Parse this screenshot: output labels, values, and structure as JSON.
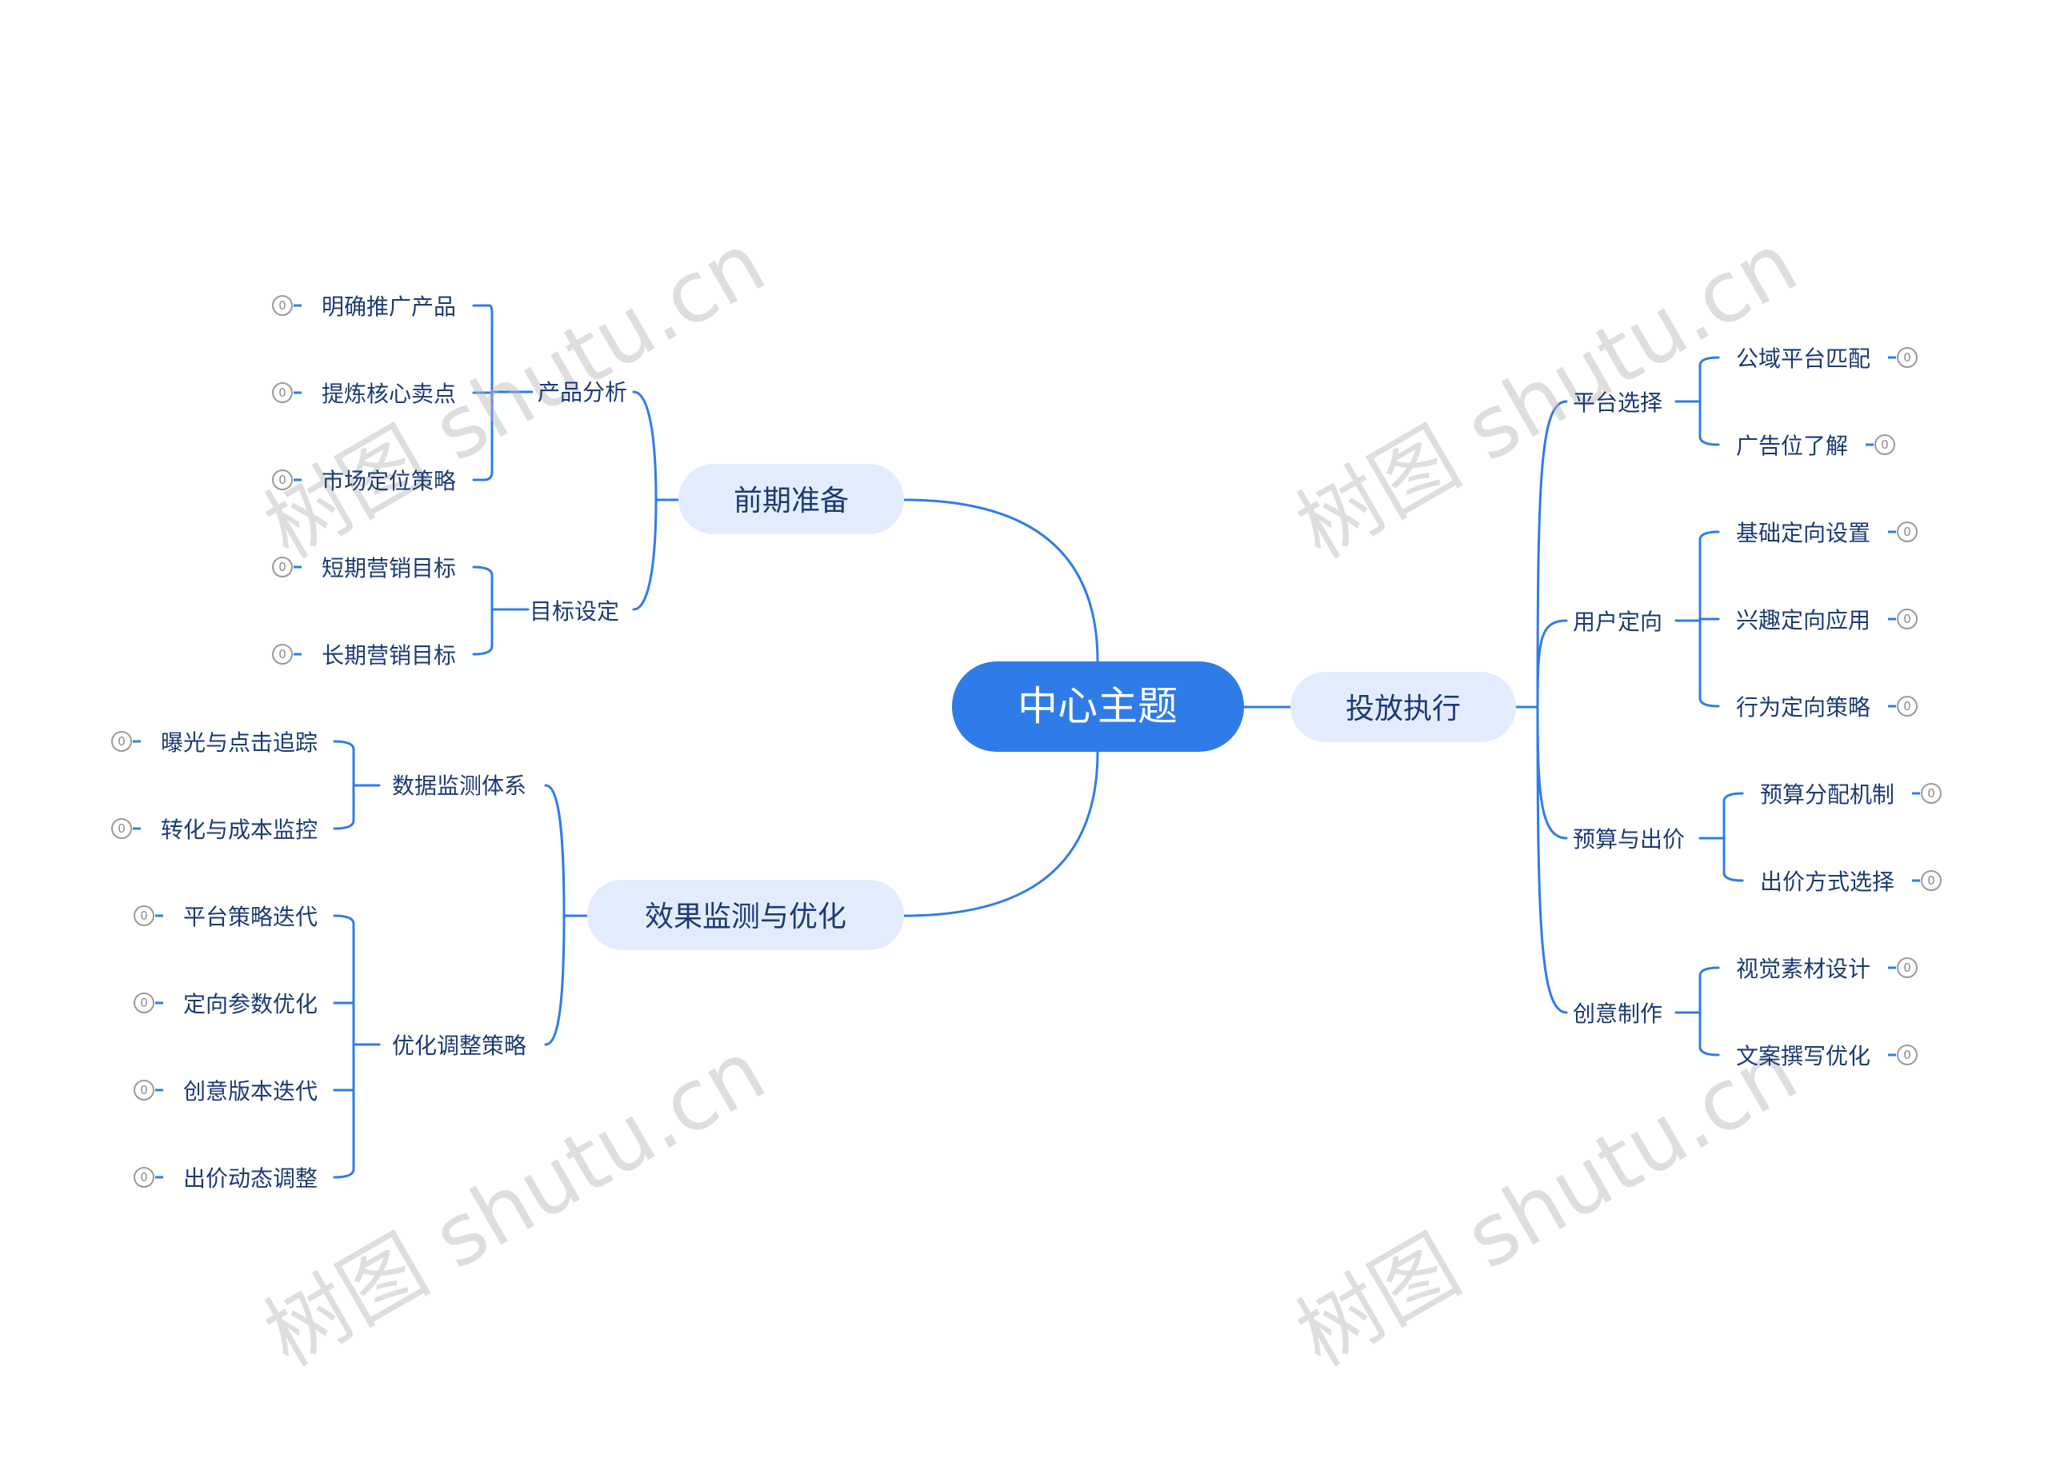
{
  "center": {
    "label": "中心主题"
  },
  "branches": [
    {
      "label": "前期准备",
      "side": "left",
      "children": [
        {
          "label": "产品分析",
          "children": [
            {
              "label": "明确推广产品",
              "badge": "0"
            },
            {
              "label": "提炼核心卖点",
              "badge": "0"
            },
            {
              "label": "市场定位策略",
              "badge": "0"
            }
          ]
        },
        {
          "label": "目标设定",
          "children": [
            {
              "label": "短期营销目标",
              "badge": "0"
            },
            {
              "label": "长期营销目标",
              "badge": "0"
            }
          ]
        }
      ]
    },
    {
      "label": "效果监测与优化",
      "side": "left",
      "children": [
        {
          "label": "数据监测体系",
          "children": [
            {
              "label": "曝光与点击追踪",
              "badge": "0"
            },
            {
              "label": "转化与成本监控",
              "badge": "0"
            }
          ]
        },
        {
          "label": "优化调整策略",
          "children": [
            {
              "label": "平台策略迭代",
              "badge": "0"
            },
            {
              "label": "定向参数优化",
              "badge": "0"
            },
            {
              "label": "创意版本迭代",
              "badge": "0"
            },
            {
              "label": "出价动态调整",
              "badge": "0"
            }
          ]
        }
      ]
    },
    {
      "label": "投放执行",
      "side": "right",
      "children": [
        {
          "label": "平台选择",
          "children": [
            {
              "label": "公域平台匹配",
              "badge": "0"
            },
            {
              "label": "广告位了解",
              "badge": "0"
            }
          ]
        },
        {
          "label": "用户定向",
          "children": [
            {
              "label": "基础定向设置",
              "badge": "0"
            },
            {
              "label": "兴趣定向应用",
              "badge": "0"
            },
            {
              "label": "行为定向策略",
              "badge": "0"
            }
          ]
        },
        {
          "label": "预算与出价",
          "children": [
            {
              "label": "预算分配机制",
              "badge": "0"
            },
            {
              "label": "出价方式选择",
              "badge": "0"
            }
          ]
        },
        {
          "label": "创意制作",
          "children": [
            {
              "label": "视觉素材设计",
              "badge": "0"
            },
            {
              "label": "文案撰写优化",
              "badge": "0"
            }
          ]
        }
      ]
    }
  ],
  "watermark": "树图 shutu.cn",
  "colors": {
    "center_fill": "#2f7ce8",
    "branch_fill": "#e3ecfc",
    "line": "#2f7ce8"
  }
}
